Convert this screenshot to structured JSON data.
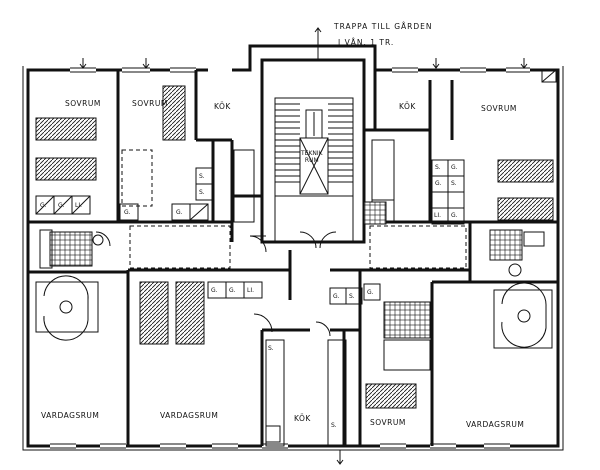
{
  "header": {
    "line1": "TRAPPA   TILL   GÅRDEN",
    "line2": "I  VÅN.   1 TR."
  },
  "rooms": {
    "sovrum_1": "SOVRUM",
    "sovrum_2": "SOVRUM",
    "kok_1": "KÖK",
    "kok_2": "KÖK",
    "sovrum_3": "SOVRUM",
    "vardagsrum_1": "VARDAGSRUM",
    "vardagsrum_2": "VARDAGSRUM",
    "kok_3": "KÖK",
    "sovrum_4": "SOVRUM",
    "vardagsrum_3": "VARDAGSRUM"
  },
  "elevator_label": "TEKNIK\nRUM",
  "closet_marks": {
    "g": "G.",
    "li": "LI.",
    "s": "S."
  }
}
